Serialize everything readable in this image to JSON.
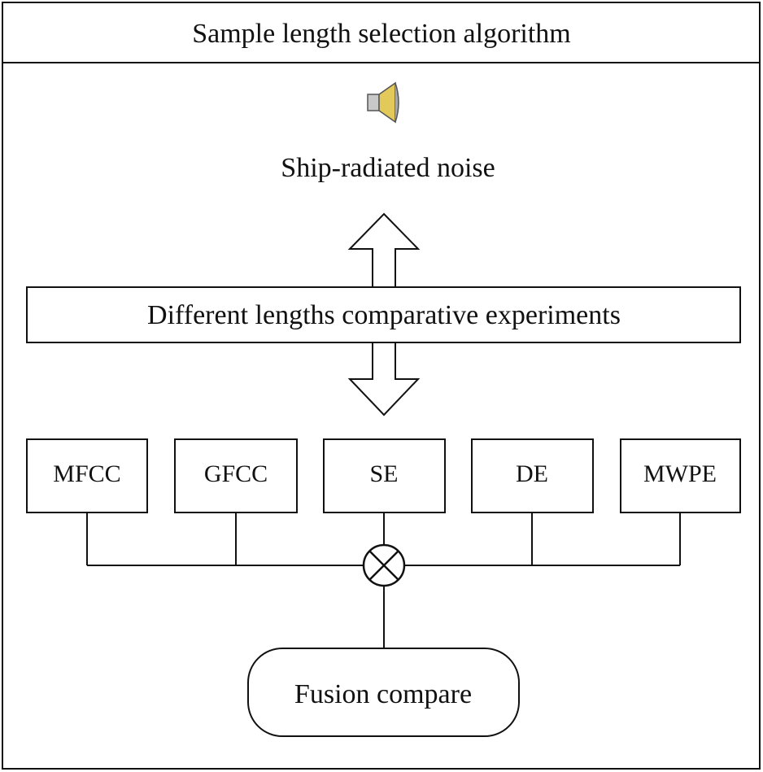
{
  "title": "Sample length selection algorithm",
  "source": {
    "label": "Ship-radiated noise",
    "icon": "speaker-icon"
  },
  "experiment_box": {
    "label": "Different lengths comparative experiments"
  },
  "features": [
    {
      "id": "mfcc",
      "label": "MFCC"
    },
    {
      "id": "gfcc",
      "label": "GFCC"
    },
    {
      "id": "se",
      "label": "SE"
    },
    {
      "id": "de",
      "label": "DE"
    },
    {
      "id": "mwpe",
      "label": "MWPE"
    }
  ],
  "fusion_symbol": "circled-times-icon",
  "output": {
    "label": "Fusion compare"
  },
  "colors": {
    "stroke": "#111111",
    "background": "#ffffff",
    "speaker_body": "#b0b0b0",
    "speaker_cone": "#e8d070"
  }
}
